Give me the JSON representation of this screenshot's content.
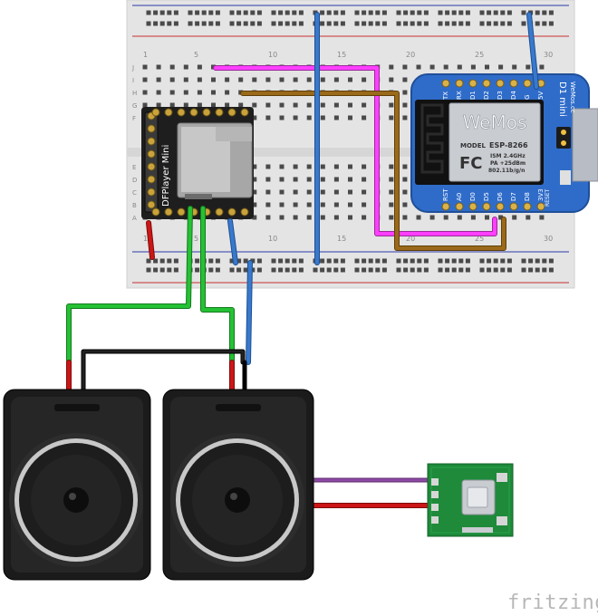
{
  "breadboard": {
    "column_numbers": [
      "1",
      "5",
      "10",
      "15",
      "20",
      "25",
      "30"
    ],
    "row_letters_top": [
      "J",
      "I",
      "H",
      "G",
      "F"
    ],
    "row_letters_bottom": [
      "E",
      "D",
      "C",
      "B",
      "A"
    ]
  },
  "dfplayer": {
    "label": "DFPlayer Mini"
  },
  "wemos": {
    "board_title": "D1 mini",
    "board_subtitle": "WeMos.cc",
    "logo": "WeMos",
    "model_label": "MODEL",
    "model": "ESP-8266",
    "cert_mark": "FC",
    "specs": [
      "ISM 2.4GHz",
      "PA +25dBm",
      "802.11b/g/n"
    ],
    "pins_top": [
      "TX",
      "RX",
      "D1",
      "D2",
      "D3",
      "D4",
      "G",
      "5V"
    ],
    "pins_bottom": [
      "RST",
      "A0",
      "D0",
      "D5",
      "D6",
      "D7",
      "D8",
      "3V3"
    ],
    "reset_label": "RESET"
  },
  "watermark": "fritzing",
  "colors": {
    "wire_magenta": "#ff3fff",
    "wire_brown": "#9a6a1a",
    "wire_blue": "#3979cc",
    "wire_green": "#25c134",
    "wire_red": "#cc1616",
    "wire_black": "#111111",
    "board_blue": "#2f6cc9",
    "breadboard": "#e2e2e2"
  }
}
